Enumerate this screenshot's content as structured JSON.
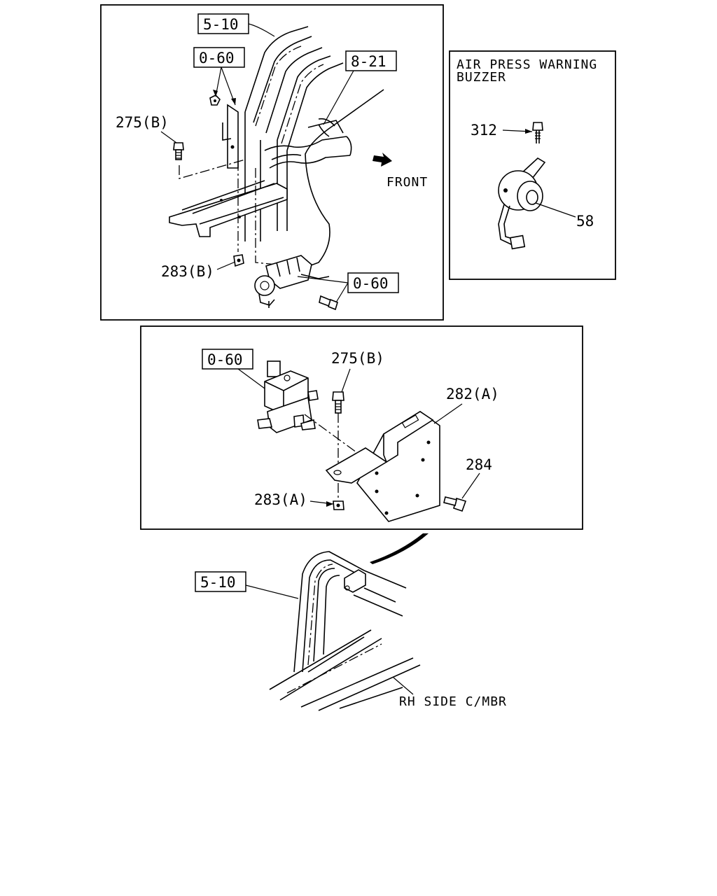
{
  "top_panel": {
    "ref_5_10": "5-10",
    "ref_0_60_a": "0-60",
    "ref_8_21": "8-21",
    "ref_0_60_b": "0-60",
    "part_275b": "275(B)",
    "part_283b": "283(B)",
    "front_label": "FRONT"
  },
  "buzzer_panel": {
    "title_line1": "AIR PRESS WARNING",
    "title_line2": "BUZZER",
    "part_312": "312",
    "part_58": "58"
  },
  "middle_panel": {
    "ref_0_60": "0-60",
    "part_275b": "275(B)",
    "part_282a": "282(A)",
    "part_284": "284",
    "part_283a": "283(A)"
  },
  "bottom_view": {
    "ref_5_10": "5-10",
    "rh_side_label": "RH SIDE C/MBR"
  }
}
